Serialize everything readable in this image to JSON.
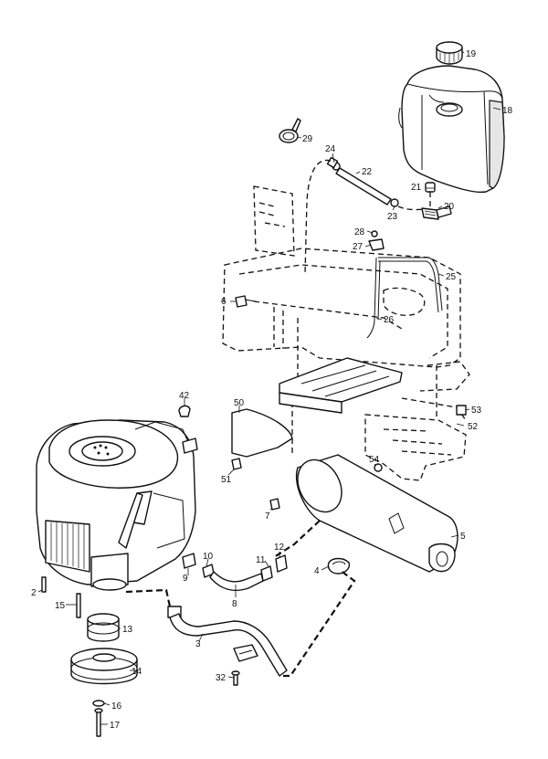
{
  "callouts": [
    {
      "id": "c19",
      "label": "19"
    },
    {
      "id": "c18",
      "label": "18"
    },
    {
      "id": "c29",
      "label": "29"
    },
    {
      "id": "c24",
      "label": "24"
    },
    {
      "id": "c22",
      "label": "22"
    },
    {
      "id": "c21",
      "label": "21"
    },
    {
      "id": "c20",
      "label": "20"
    },
    {
      "id": "c23",
      "label": "23"
    },
    {
      "id": "c28",
      "label": "28"
    },
    {
      "id": "c27",
      "label": "27"
    },
    {
      "id": "c25",
      "label": "25"
    },
    {
      "id": "c6",
      "label": "6"
    },
    {
      "id": "c26",
      "label": "26"
    },
    {
      "id": "c42",
      "label": "42"
    },
    {
      "id": "c50",
      "label": "50"
    },
    {
      "id": "c53",
      "label": "53"
    },
    {
      "id": "c52",
      "label": "52"
    },
    {
      "id": "c54",
      "label": "54"
    },
    {
      "id": "c51",
      "label": "51"
    },
    {
      "id": "c7",
      "label": "7"
    },
    {
      "id": "c5",
      "label": "5"
    },
    {
      "id": "c12",
      "label": "12"
    },
    {
      "id": "c10",
      "label": "10"
    },
    {
      "id": "c11",
      "label": "11"
    },
    {
      "id": "c4",
      "label": "4"
    },
    {
      "id": "c9",
      "label": "9"
    },
    {
      "id": "c2",
      "label": "2"
    },
    {
      "id": "c8",
      "label": "8"
    },
    {
      "id": "c15",
      "label": "15"
    },
    {
      "id": "c13",
      "label": "13"
    },
    {
      "id": "c3",
      "label": "3"
    },
    {
      "id": "c14",
      "label": "14"
    },
    {
      "id": "c32",
      "label": "32"
    },
    {
      "id": "c16",
      "label": "16"
    },
    {
      "id": "c17",
      "label": "17"
    }
  ]
}
